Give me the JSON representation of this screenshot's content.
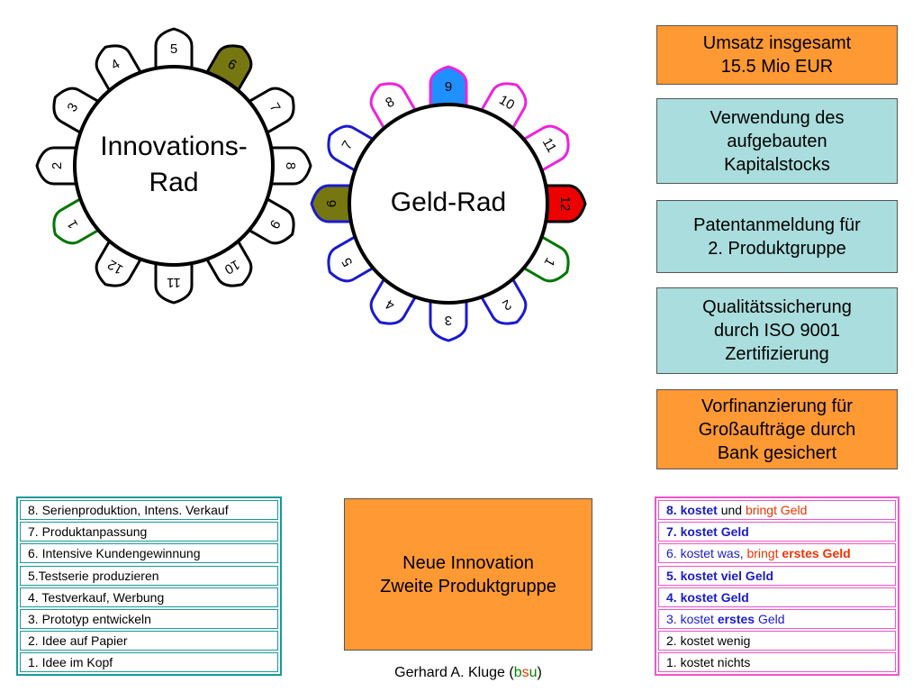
{
  "innovation_wheel": {
    "title_line1": "Innovations-",
    "title_line2": "Rad",
    "petals": [
      {
        "label": "1",
        "color": "#007700",
        "fill": "#ffffff"
      },
      {
        "label": "2",
        "color": "#000000",
        "fill": "#ffffff"
      },
      {
        "label": "3",
        "color": "#000000",
        "fill": "#ffffff"
      },
      {
        "label": "4",
        "color": "#000000",
        "fill": "#ffffff"
      },
      {
        "label": "5",
        "color": "#000000",
        "fill": "#ffffff"
      },
      {
        "label": "6",
        "color": "#000000",
        "fill": "#777711"
      },
      {
        "label": "7",
        "color": "#000000",
        "fill": "#ffffff"
      },
      {
        "label": "8",
        "color": "#000000",
        "fill": "#ffffff"
      },
      {
        "label": "9",
        "color": "#000000",
        "fill": "#ffffff"
      },
      {
        "label": "10",
        "color": "#000000",
        "fill": "#ffffff"
      },
      {
        "label": "11",
        "color": "#000000",
        "fill": "#ffffff"
      },
      {
        "label": "12",
        "color": "#000000",
        "fill": "#ffffff"
      }
    ]
  },
  "money_wheel": {
    "title": "Geld-Rad",
    "petals": [
      {
        "label": "1",
        "color": "#007700",
        "fill": "#ffffff"
      },
      {
        "label": "2",
        "color": "#1a1ad0",
        "fill": "#ffffff"
      },
      {
        "label": "3",
        "color": "#1a1ad0",
        "fill": "#ffffff"
      },
      {
        "label": "4",
        "color": "#1a1ad0",
        "fill": "#ffffff"
      },
      {
        "label": "5",
        "color": "#1a1ad0",
        "fill": "#ffffff"
      },
      {
        "label": "6",
        "color": "#1a1ad0",
        "fill": "#777711"
      },
      {
        "label": "7",
        "color": "#1a1ad0",
        "fill": "#ffffff"
      },
      {
        "label": "8",
        "color": "#ee22dd",
        "fill": "#ffffff"
      },
      {
        "label": "9",
        "color": "#ee22dd",
        "fill": "#1e90ff"
      },
      {
        "label": "10",
        "color": "#ee22dd",
        "fill": "#ffffff"
      },
      {
        "label": "11",
        "color": "#ee22dd",
        "fill": "#ffffff"
      },
      {
        "label": "12",
        "color": "#000000",
        "fill": "#ee0000"
      }
    ]
  },
  "info_boxes": [
    {
      "lines": [
        "Umsatz insgesamt",
        "15.5 Mio EUR"
      ],
      "color": "#ff9933"
    },
    {
      "lines": [
        "Verwendung des",
        "aufgebauten",
        "Kapitalstocks"
      ],
      "color": "#aadddd"
    },
    {
      "lines": [
        "Patentanmeldung für",
        "2. Produktgruppe"
      ],
      "color": "#aadddd"
    },
    {
      "lines": [
        "Qualitätssicherung",
        "durch ISO 9001",
        "Zertifizierung"
      ],
      "color": "#aadddd"
    },
    {
      "lines": [
        "Vorfinanzierung für",
        "Großaufträge durch",
        "Bank gesichert"
      ],
      "color": "#ff9933"
    }
  ],
  "center_box": {
    "line1": "Neue Innovation",
    "line2": "Zweite Produktgruppe",
    "color": "#ff9933"
  },
  "innovation_steps": [
    "8. Serienproduktion, Intens. Verkauf",
    "7. Produktanpassung",
    "6. Intensive Kundengewinnung",
    "5.Testserie produzieren",
    "4. Testverkauf, Werbung",
    "3. Prototyp entwickeln",
    "2. Idee auf Papier",
    "1. Idee im Kopf"
  ],
  "money_steps": [
    [
      {
        "t": "8. kostet",
        "c": "blue",
        "b": true
      },
      {
        "t": " und ",
        "c": "black",
        "b": false
      },
      {
        "t": "bringt Geld",
        "c": "red",
        "b": false
      }
    ],
    [
      {
        "t": "7. kostet Geld",
        "c": "blue",
        "b": true
      }
    ],
    [
      {
        "t": "6. kostet was, ",
        "c": "blue",
        "b": false
      },
      {
        "t": "bringt ",
        "c": "red",
        "b": false
      },
      {
        "t": "erstes Geld",
        "c": "red",
        "b": true
      }
    ],
    [
      {
        "t": "5. kostet viel Geld",
        "c": "blue",
        "b": true
      }
    ],
    [
      {
        "t": "4. kostet Geld",
        "c": "blue",
        "b": true
      }
    ],
    [
      {
        "t": "3. kostet ",
        "c": "blue",
        "b": false
      },
      {
        "t": "erstes",
        "c": "blue",
        "b": true
      },
      {
        "t": " Geld",
        "c": "blue",
        "b": false
      }
    ],
    [
      {
        "t": "2. kostet wenig",
        "c": "black",
        "b": false
      }
    ],
    [
      {
        "t": "1. kostet nichts",
        "c": "black",
        "b": false
      }
    ]
  ],
  "author": {
    "name": "Gerhard A. Kluge (",
    "b": "b",
    "s": "s",
    "u": "u",
    "close": ")"
  }
}
